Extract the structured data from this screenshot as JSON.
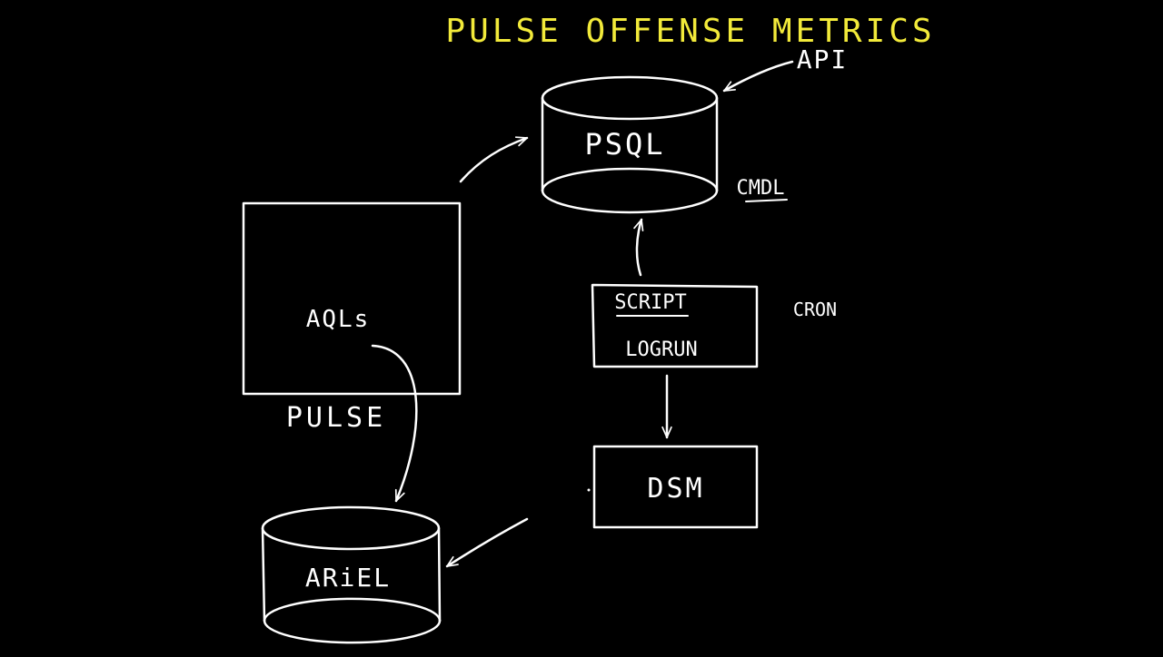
{
  "colors": {
    "background": "#000000",
    "ink": "#ffffff",
    "title": "#f2ea3a"
  },
  "diagram": {
    "title": "PULSE OFFENSE METRICS",
    "labels": {
      "api": "API",
      "psql": "PSQL",
      "cmdl": "CMDL",
      "aqls": "AQLs",
      "pulse": "PULSE",
      "script": "SCRIPT",
      "lograun": "LOGRUN",
      "cron": "CRON",
      "dsm": "DSM",
      "ariel": "ARiEL"
    }
  }
}
